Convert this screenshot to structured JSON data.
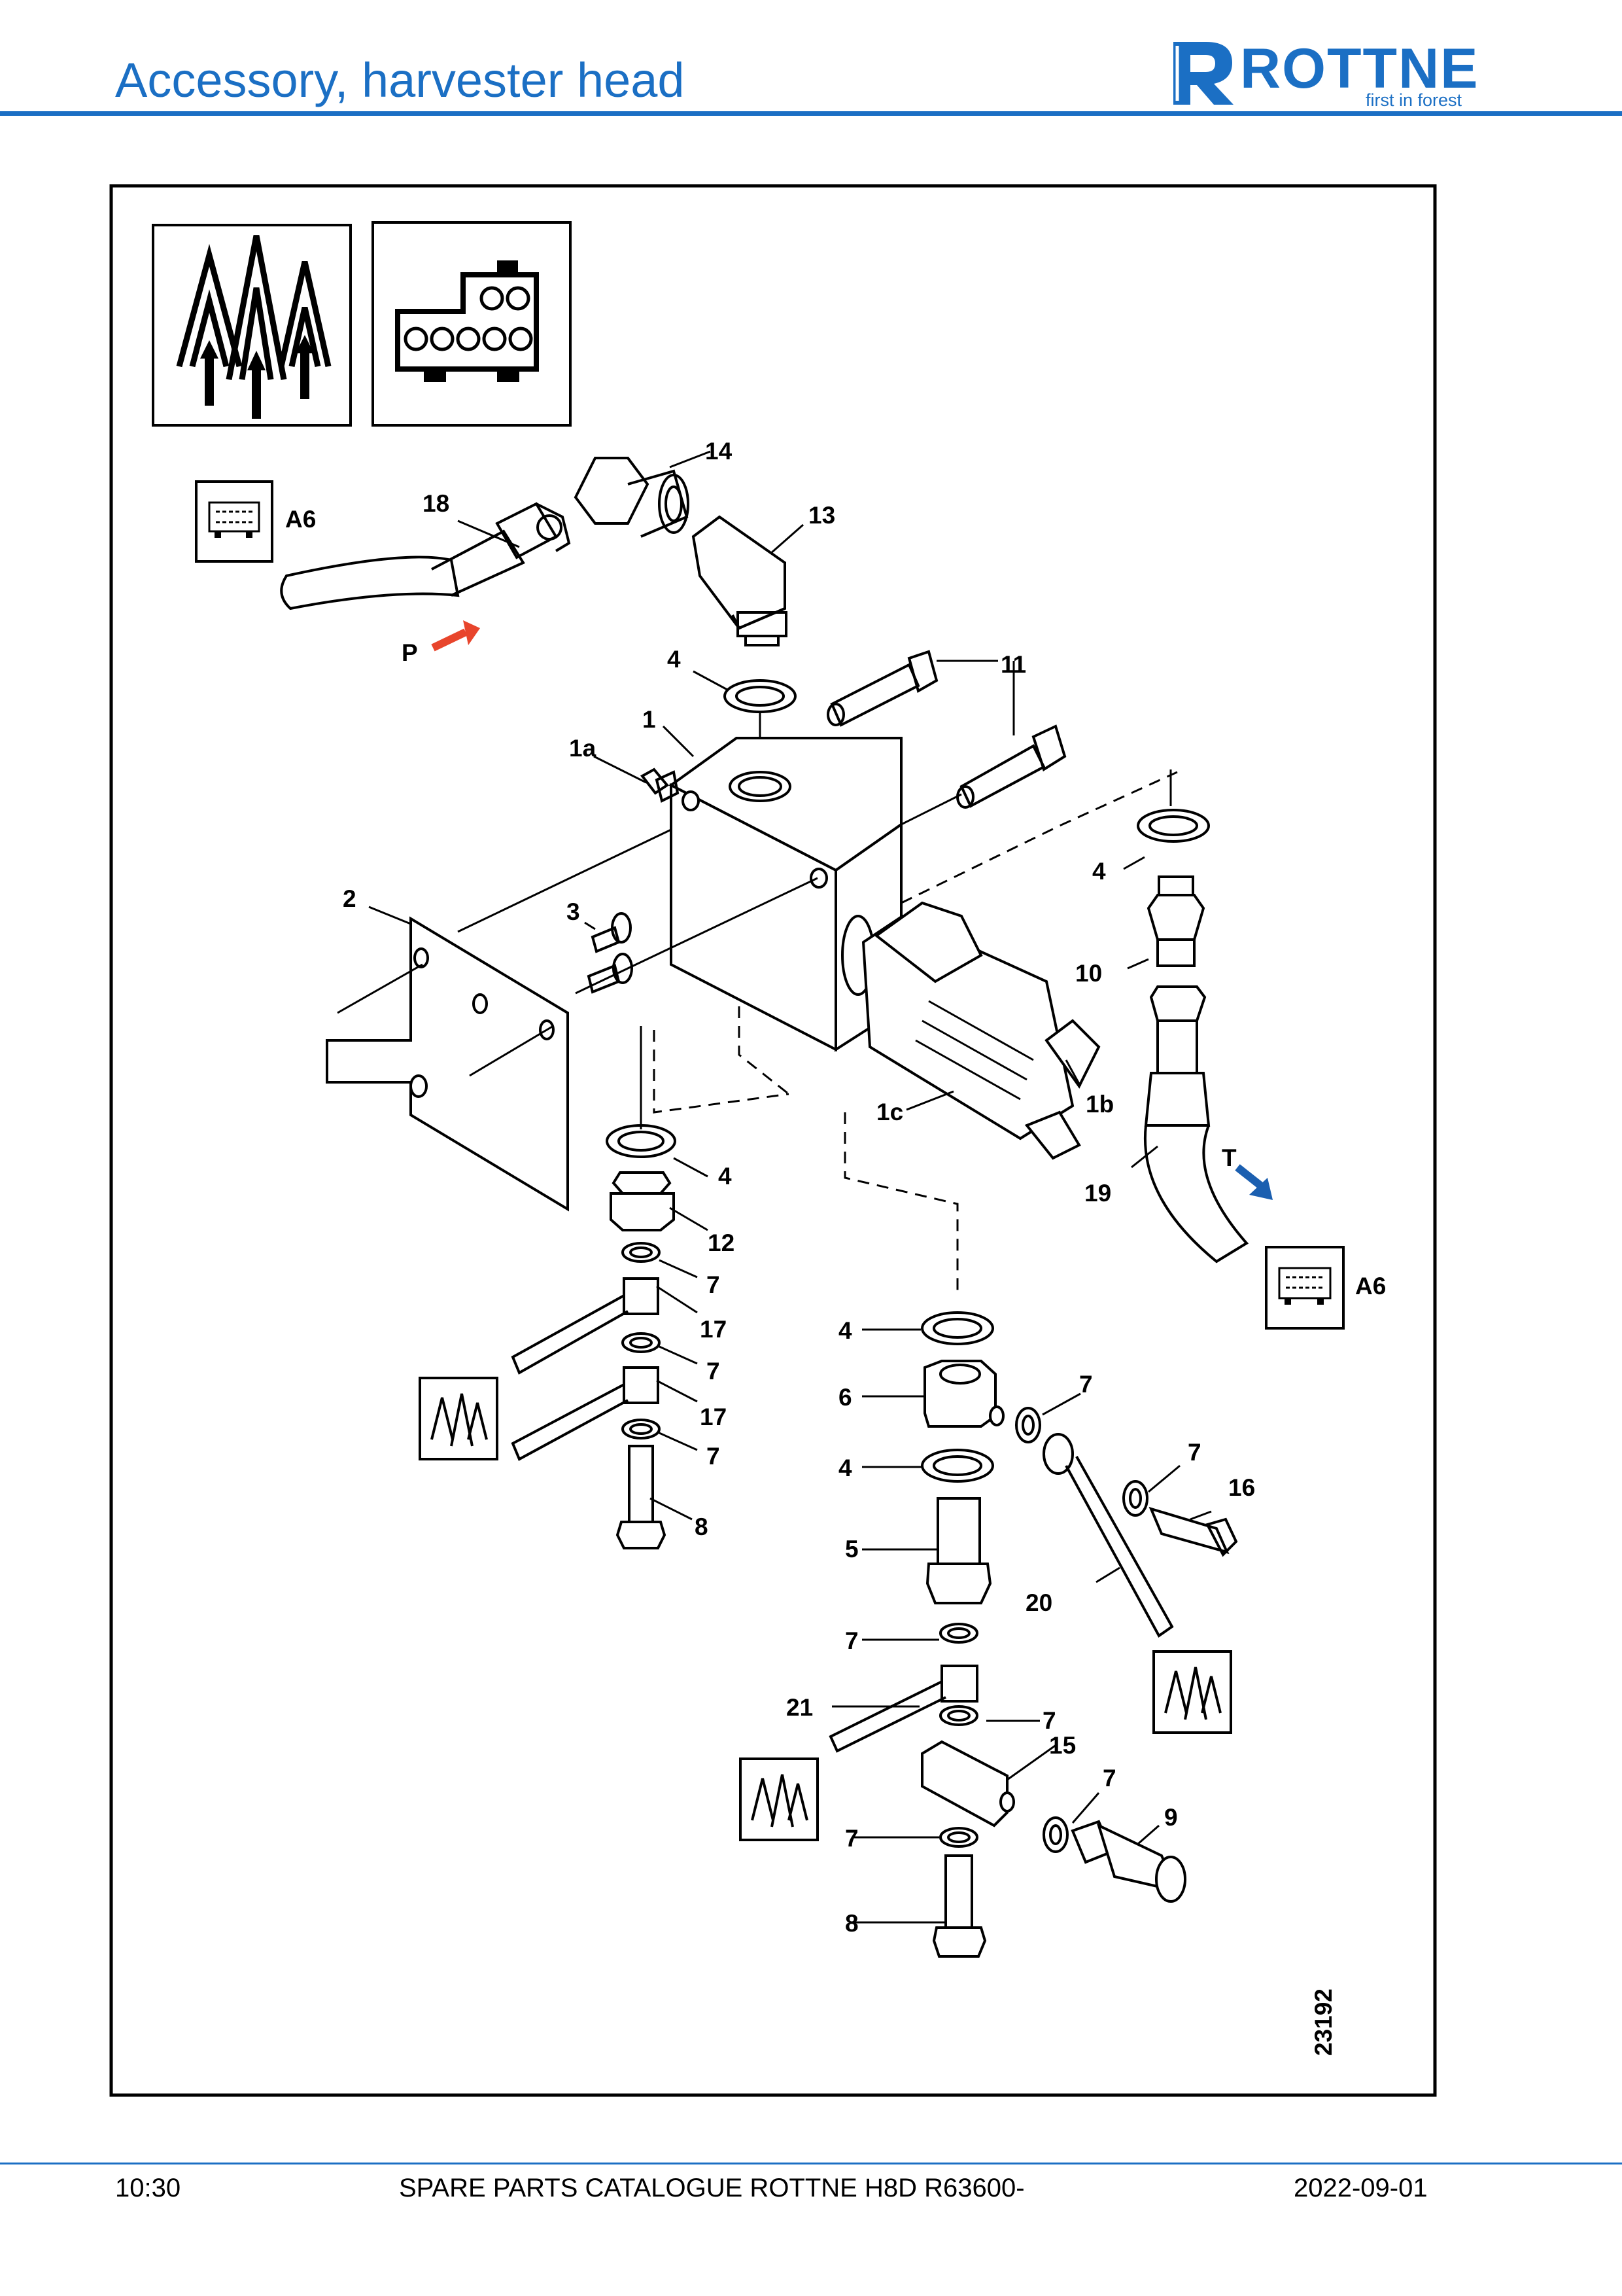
{
  "header": {
    "title": "Accessory, harvester head",
    "logo_word": "ROTTNE",
    "logo_tagline": "first in forest"
  },
  "diagram": {
    "figure_number": "23192",
    "callouts": {
      "c1": "1",
      "c1a": "1a",
      "c1b": "1b",
      "c1c": "1c",
      "c2": "2",
      "c3": "3",
      "c4a": "4",
      "c4b": "4",
      "c4c": "4",
      "c4d": "4",
      "c4e": "4",
      "c5": "5",
      "c6": "6",
      "c7a": "7",
      "c7b": "7",
      "c7c": "7",
      "c7d": "7",
      "c7e": "7",
      "c7f": "7",
      "c7g": "7",
      "c7h": "7",
      "c8a": "8",
      "c8b": "8",
      "c9": "9",
      "c10": "10",
      "c11": "11",
      "c12": "12",
      "c13": "13",
      "c14": "14",
      "c15": "15",
      "c16": "16",
      "c17a": "17",
      "c17b": "17",
      "c18": "18",
      "c19": "19",
      "c20": "20",
      "c21": "21"
    },
    "port_labels": {
      "pressure": "P",
      "tank": "T"
    },
    "connector_refs": {
      "left": "A6",
      "right": "A6"
    },
    "colors": {
      "pressure_arrow": "#e8452c",
      "tank_arrow": "#1b5fb0",
      "brand": "#1b6fc4"
    },
    "icons": [
      "forest-machine-icon",
      "connector-icon"
    ]
  },
  "footer": {
    "page": "10:30",
    "catalogue": "SPARE PARTS CATALOGUE ROTTNE H8D R63600-",
    "date": "2022-09-01"
  }
}
